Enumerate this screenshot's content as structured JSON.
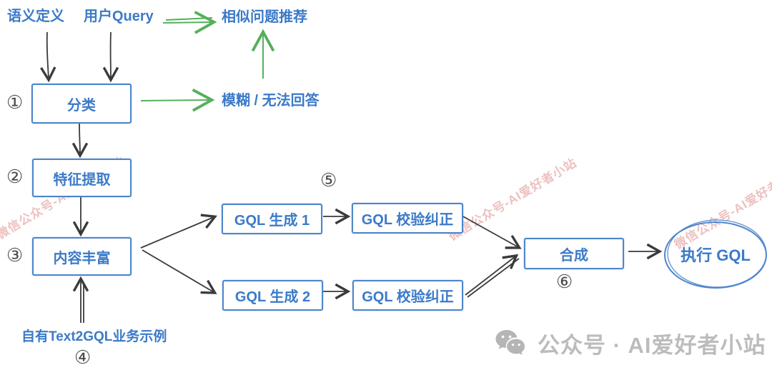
{
  "diagram": {
    "inputs": {
      "semantic_def": "语义定义",
      "user_query": "用户Query"
    },
    "labels": {
      "similar_recommend": "相似问题推荐",
      "fuzzy_unanswerable": "模糊 / 无法回答",
      "own_examples": "自有Text2GQL业务示例"
    },
    "nodes": {
      "classify": "分类",
      "feature_extract": "特征提取",
      "content_enrich": "内容丰富",
      "gql_gen_1": "GQL 生成 1",
      "gql_verify_1": "GQL 校验纠正",
      "gql_gen_2": "GQL 生成 2",
      "gql_verify_2": "GQL 校验纠正",
      "synthesize": "合成",
      "execute_gql": "执行 GQL"
    },
    "step_markers": {
      "s1": "①",
      "s2": "②",
      "s3": "③",
      "s4": "④",
      "s5": "⑤",
      "s6": "⑥"
    },
    "watermark": {
      "diagonal_text": "微信公众号-AI爱好者小站",
      "footer_text": "公众号 · AI爱好者小站"
    },
    "colors": {
      "node_blue": "#4e86cc",
      "text_blue": "#3b7ac8",
      "arrow_green": "#55b05c",
      "arrow_black": "#3a3a3a",
      "watermark_pink": "#de8c8c",
      "watermark_gray": "#bcbcbc"
    }
  }
}
